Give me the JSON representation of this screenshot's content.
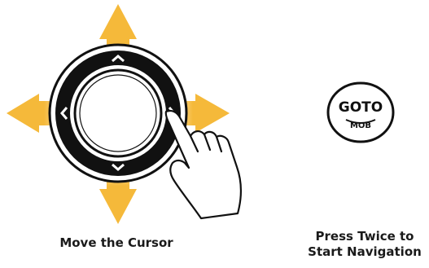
{
  "illustration": {
    "arrow_color": "#f5b93a",
    "outline_color": "#111111",
    "left": {
      "description_icon": "cursor-dial-icon",
      "caption": "Move the Cursor"
    },
    "right": {
      "button_icon": "goto-mob-button-icon",
      "button_top": "GOTO",
      "button_bottom": "MOB",
      "caption_line1": "Press Twice to",
      "caption_line2": "Start Navigation"
    }
  }
}
